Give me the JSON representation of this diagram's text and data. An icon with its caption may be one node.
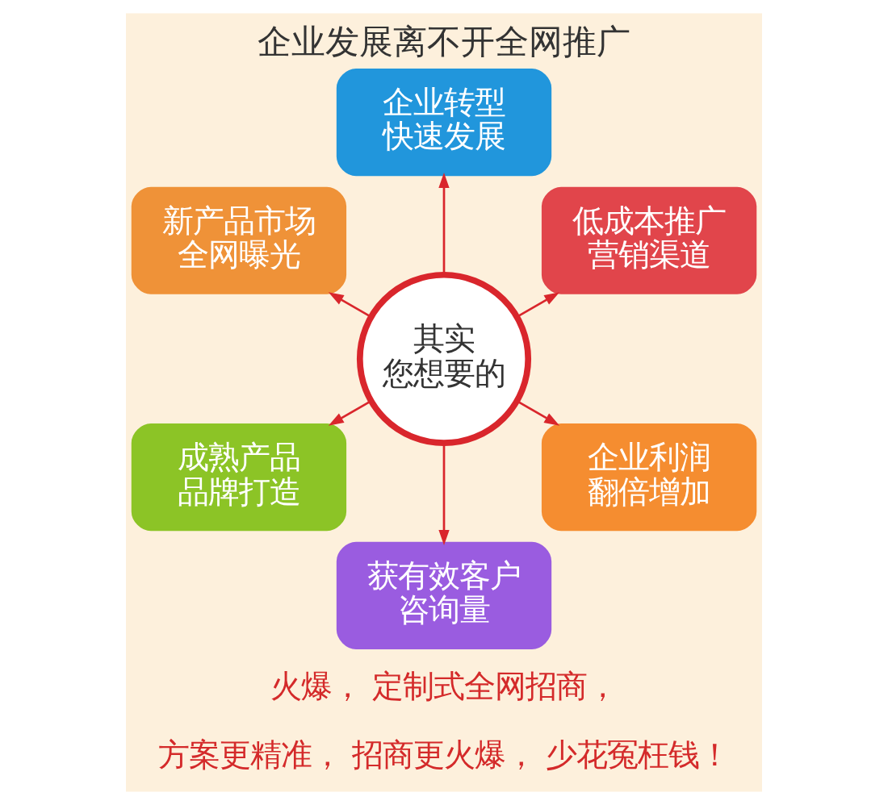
{
  "diagram": {
    "title": "企业发展离不开全网推广",
    "nodes": [
      {
        "text": [
          "新产品市场",
          "全网曝光"
        ]
      },
      {
        "text": [
          "企业转型",
          "快速发展"
        ]
      },
      {
        "text": [
          "成熟产品",
          "品牌打造"
        ]
      },
      {
        "text": [
          "其实您想要的"
        ]
      },
      {
        "text": [
          "低成本推广",
          "营销渠道"
        ]
      },
      {
        "text": [
          "获有效客户",
          "咨询量"
        ]
      },
      {
        "text": [
          "企业利润",
          "翻倍增加"
        ]
      }
    ],
    "edges": [
      {
        "from": 3,
        "to": 0,
        "arrow": "to"
      },
      {
        "from": 3,
        "to": 1,
        "arrow": "to"
      },
      {
        "from": 3,
        "to": 2,
        "arrow": "to"
      },
      {
        "from": 3,
        "to": 4,
        "arrow": "to"
      },
      {
        "from": 3,
        "to": 5,
        "arrow": "to"
      },
      {
        "from": 3,
        "to": 6,
        "arrow": "to"
      }
    ],
    "labels": [
      "火爆， 定制式全网招商，",
      "方案更精准， 招商更火爆， 少花冤枉钱！"
    ]
  }
}
